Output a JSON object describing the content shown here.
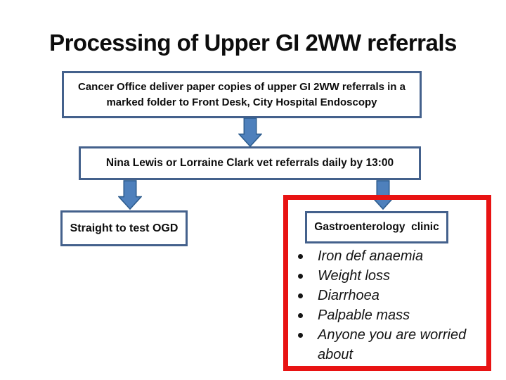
{
  "slide": {
    "title": "Processing of Upper GI 2WW referrals",
    "colors": {
      "box_border": "#44618c",
      "arrow_fill": "#4e80bc",
      "arrow_stroke": "#2d5c8e",
      "highlight_border": "#e81313",
      "text": "#0d0d0d"
    },
    "flow": {
      "step1": "Cancer Office deliver paper copies of upper GI 2WW referrals in a marked folder to Front Desk, City Hospital Endoscopy",
      "step2": "Nina Lewis or Lorraine Clark vet referrals daily by 13:00",
      "branch_left": "Straight to test OGD",
      "branch_right": "Gastroenterology  clinic"
    },
    "criteria": [
      "Iron def anaemia",
      "Weight loss",
      "Diarrhoea",
      "Palpable mass",
      "Anyone you are worried about"
    ]
  }
}
